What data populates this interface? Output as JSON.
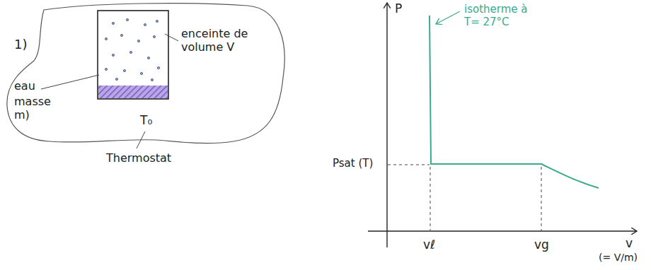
{
  "diagram": {
    "labels": [
      "1)",
      "enceinte de volume V",
      "eau",
      "masse m)",
      "T₀",
      "Thermostat",
      "P",
      "isotherme à T= 27°C",
      "Psat (T)",
      "vℓ",
      "vg",
      "v",
      "(= V/m)"
    ]
  }
}
